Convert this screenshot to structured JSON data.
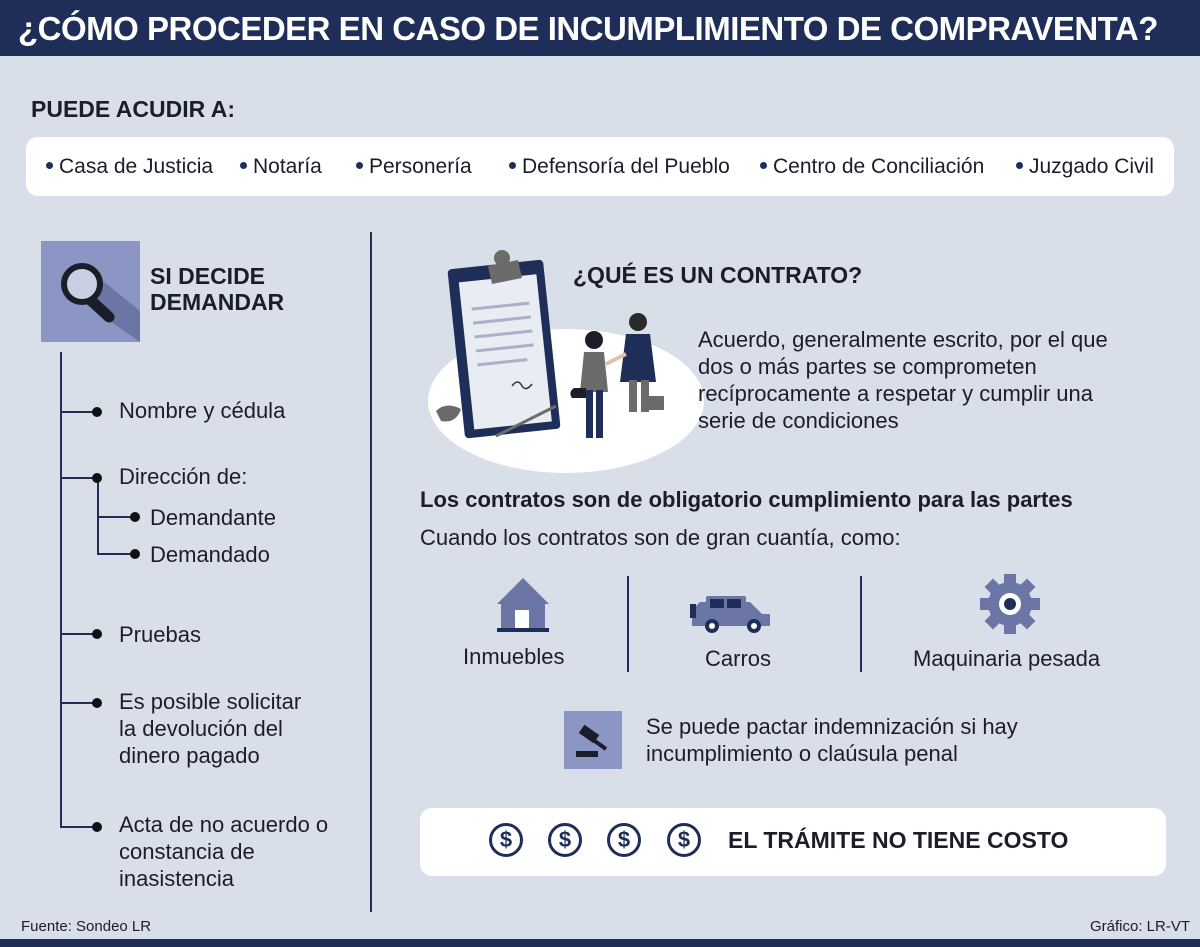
{
  "title": "¿CÓMO PROCEDER EN CASO DE INCUMPLIMIENTO DE COMPRAVENTA?",
  "places": {
    "heading": "PUEDE ACUDIR A:",
    "items": [
      "Casa de Justicia",
      "Notaría",
      "Personería",
      "Defensoría del Pueblo",
      "Centro de Conciliación",
      "Juzgado Civil"
    ]
  },
  "demand": {
    "heading_line1": "SI DECIDE",
    "heading_line2": "DEMANDAR",
    "items": [
      {
        "text": "Nombre y cédula"
      },
      {
        "text": "Dirección de:",
        "sub": [
          "Demandante",
          "Demandado"
        ]
      },
      {
        "text": "Pruebas"
      },
      {
        "text": "Es posible solicitar la devolución del dinero pagado"
      },
      {
        "text": "Acta de no acuerdo o constancia de inasistencia"
      }
    ]
  },
  "contract": {
    "heading": "¿QUÉ ES UN CONTRATO?",
    "definition": "Acuerdo, generalmente escrito, por el que dos o más partes se comprometen recíprocamente a respetar y cumplir una serie de condiciones",
    "obligatory": "Los contratos son de obligatorio cumplimiento para las partes",
    "large_amount": "Cuando los contratos son de gran cuantía, como:",
    "examples": [
      "Inmuebles",
      "Carros",
      "Maquinaria pesada"
    ],
    "compensation": "Se puede pactar indemnización si hay incumplimiento o claúsula penal",
    "cost": "EL TRÁMITE NO TIENE COSTO",
    "coin_symbol": "$"
  },
  "footer": {
    "source": "Fuente: Sondeo LR",
    "graphic": "Gráfico: LR-VT"
  },
  "colors": {
    "navy": "#1e2e58",
    "background": "#d8dfe9",
    "accent": "#8b96c4"
  }
}
